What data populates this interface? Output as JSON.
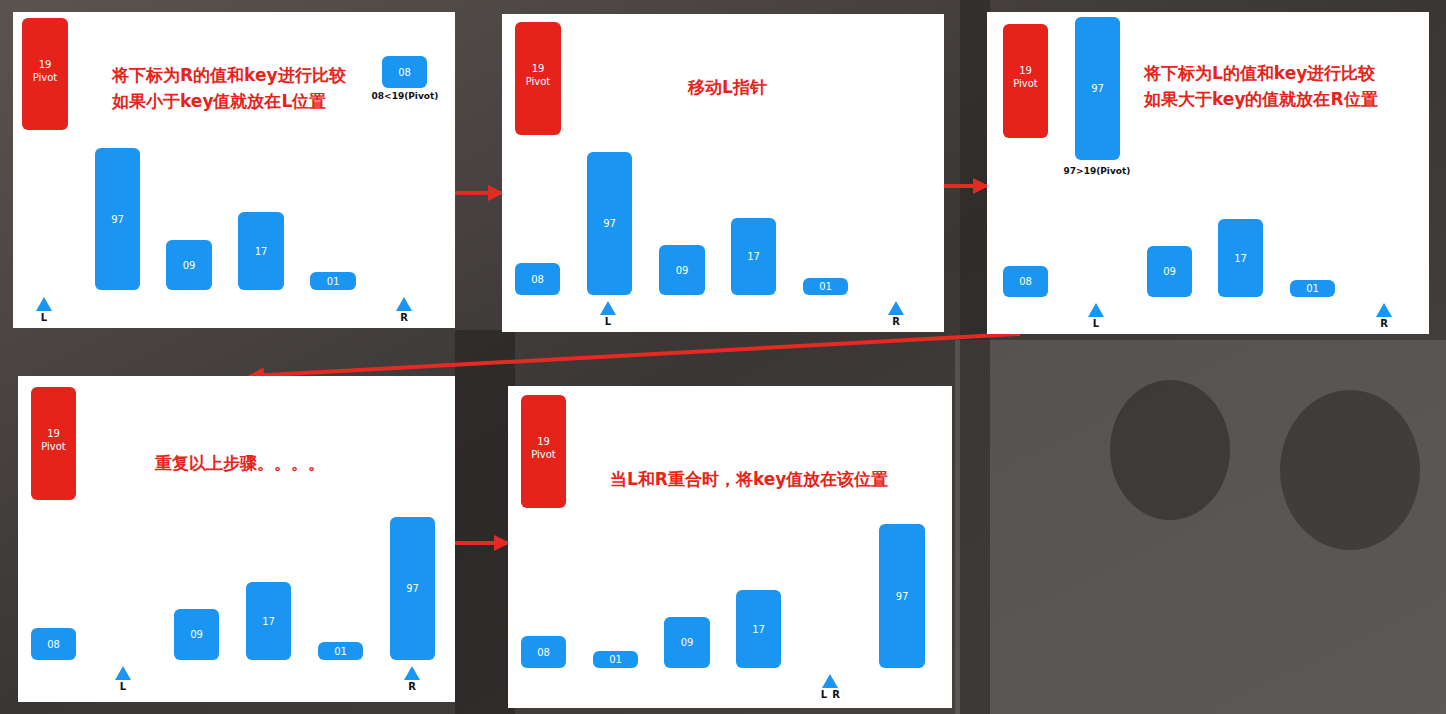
{
  "diagram": {
    "nodes": [
      {
        "text": [
          "将下标为R的值和key进行比较 如果小于key值就放在L位置"
        ]
      },
      {
        "text": [
          "19 Pivot"
        ],
        "in": 0
      },
      {
        "text": [
          "97"
        ],
        "in": 0
      },
      {
        "text": [
          "09"
        ],
        "in": 0
      },
      {
        "text": [
          "17"
        ],
        "in": 0
      },
      {
        "text": [
          "01"
        ],
        "in": 0
      },
      {
        "text": [
          "08"
        ],
        "in": 0
      },
      {
        "text": [
          "移动L指针"
        ]
      },
      {
        "text": [
          "19 Pivot"
        ],
        "in": 7
      },
      {
        "text": [
          "08"
        ],
        "in": 7
      },
      {
        "text": [
          "97"
        ],
        "in": 7
      },
      {
        "text": [
          "09"
        ],
        "in": 7
      },
      {
        "text": [
          "17"
        ],
        "in": 7
      },
      {
        "text": [
          "01"
        ],
        "in": 7
      },
      {
        "text": [
          "将下标为L的值和key进行比较 如果大于key的值就放在R位置"
        ]
      },
      {
        "text": [
          "19 Pivot"
        ],
        "in": 14
      },
      {
        "text": [
          "97"
        ],
        "in": 14
      },
      {
        "text": [
          "08"
        ],
        "in": 14
      },
      {
        "text": [
          "09"
        ],
        "in": 14
      },
      {
        "text": [
          "17"
        ],
        "in": 14
      },
      {
        "text": [
          "01"
        ],
        "in": 14
      },
      {
        "text": [
          "重复以上步骤。。。。"
        ]
      },
      {
        "text": [
          "19 Pivot"
        ],
        "in": 21
      },
      {
        "text": [
          "08"
        ],
        "in": 21
      },
      {
        "text": [
          "09"
        ],
        "in": 21
      },
      {
        "text": [
          "17"
        ],
        "in": 21
      },
      {
        "text": [
          "01"
        ],
        "in": 21
      },
      {
        "text": [
          "97"
        ],
        "in": 21
      },
      {
        "text": [
          "当L和R重合时，将key值放在该位置"
        ]
      },
      {
        "text": [
          "19 Pivot"
        ],
        "in": 28
      },
      {
        "text": [
          "08"
        ],
        "in": 28
      },
      {
        "text": [
          "01"
        ],
        "in": 28
      },
      {
        "text": [
          "09"
        ],
        "in": 28
      },
      {
        "text": [
          "17"
        ],
        "in": 28
      },
      {
        "text": [
          "97"
        ],
        "in": 28
      }
    ],
    "edges": [
      {
        "from": 0,
        "to": 7,
        "arrow": "to"
      },
      {
        "from": 7,
        "to": 14,
        "arrow": "to"
      },
      {
        "from": 14,
        "to": 21,
        "arrow": "to"
      },
      {
        "from": 21,
        "to": 28,
        "arrow": "to"
      }
    ],
    "labels": [
      "08<19(Pivot)",
      "L",
      "R",
      "L",
      "R",
      "97>19(Pivot)",
      "L",
      "R",
      "L",
      "R",
      "L",
      "R"
    ]
  }
}
